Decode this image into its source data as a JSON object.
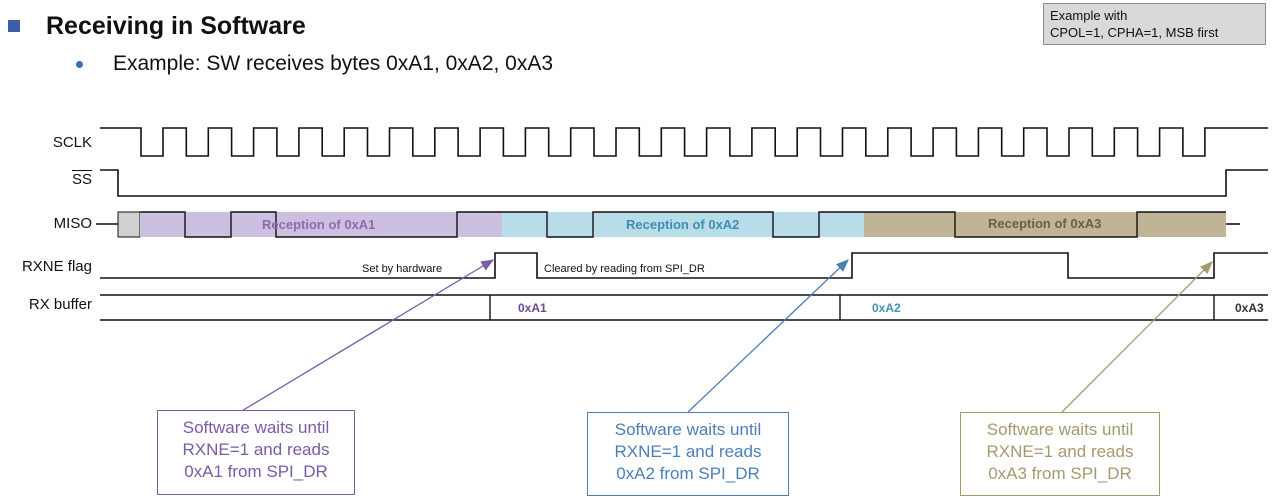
{
  "header": {
    "title": "Receiving in Software",
    "subtitle": "Example: SW receives bytes 0xA1, 0xA2, 0xA3",
    "note_line1": "Example with",
    "note_line2": "CPOL=1, CPHA=1, MSB first"
  },
  "signals": {
    "sclk": "SCLK",
    "ss": "SS",
    "miso": "MISO",
    "rxne": "RXNE flag",
    "rxbuf": "RX buffer"
  },
  "miso": {
    "segments": [
      {
        "label": "Reception of 0xA1",
        "color": "#cdbfe0",
        "text_color": "#8a6cb0"
      },
      {
        "label": "Reception of 0xA2",
        "color": "#b8dde8",
        "text_color": "#3f8fb0"
      },
      {
        "label": "Reception of 0xA3",
        "color": "#bfb596",
        "text_color": "#6b6040"
      }
    ]
  },
  "rxne": {
    "set_label": "Set by hardware",
    "clear_label": "Cleared by reading from SPI_DR"
  },
  "rxbuf": {
    "values": [
      {
        "label": "0xA1",
        "color": "#6a4b96"
      },
      {
        "label": "0xA2",
        "color": "#3e94b4"
      },
      {
        "label": "0xA3",
        "color": "#333333"
      }
    ]
  },
  "callouts": [
    {
      "line1": "Software waits until",
      "line2": "RXNE=1 and reads",
      "line3": "0xA1 from SPI_DR",
      "color": "#7b5aa6"
    },
    {
      "line1": "Software waits until",
      "line2": "RXNE=1 and reads",
      "line3": "0xA2 from SPI_DR",
      "color": "#4a7fb8"
    },
    {
      "line1": "Software waits until",
      "line2": "RXNE=1 and reads",
      "line3": "0xA3 from SPI_DR",
      "color": "#a59a6e"
    }
  ],
  "colors": {
    "line": "#111111",
    "idle_box": "#d0d0d0",
    "arrow_purple": "#7b5aa6",
    "arrow_blue": "#4a7fb8",
    "arrow_olive": "#a59a6e"
  }
}
